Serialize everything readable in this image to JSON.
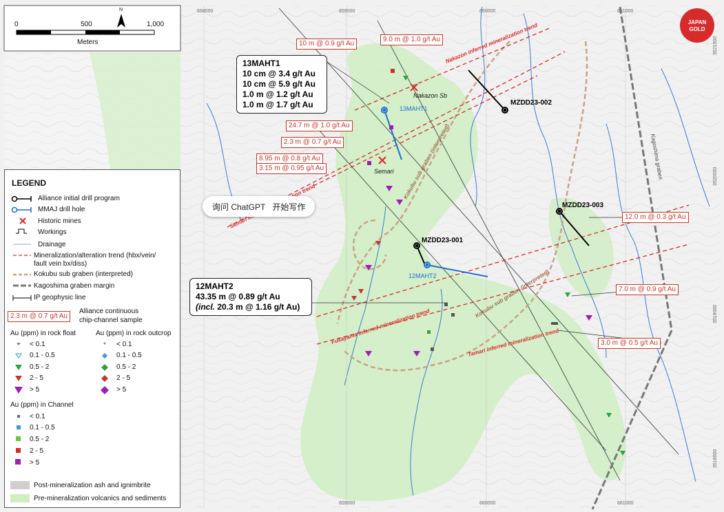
{
  "colors": {
    "green_zone": "#cfeec2",
    "trend": "#d62b2b",
    "graben": "#c9a18a",
    "drill_blue": "#1f6fd1",
    "chip_red": "#c0392b"
  },
  "scale_bar": {
    "ticks": [
      "0",
      "500",
      "1,000"
    ],
    "unit": "Meters",
    "north": "N"
  },
  "grid": {
    "x_top": [
      "658000",
      "659000",
      "660000",
      "661000"
    ],
    "x_bottom": [
      "659000",
      "660000",
      "661000"
    ],
    "y_right": [
      "3521000",
      "3520000",
      "3519000",
      "3518000"
    ]
  },
  "logo": {
    "line1": "JAPAN",
    "line2": "GOLD"
  },
  "legend": {
    "title": "LEGEND",
    "items": [
      "Alliance initial drill program",
      "MMAJ drill hole",
      "Historic mines",
      "Workings",
      "Drainage",
      "Mineralization/alteration trend (hbx/vein/",
      "fault vein bx/diss)",
      "Kokubu sub graben (interpreted)",
      "Kagoshima graben margin",
      "IP geophysic line"
    ],
    "sample_example": "2.3 m @ 0.7 g/t Au",
    "sample_text": [
      "Alliance continuous",
      "chip-channel sample"
    ],
    "float_title": "Au (ppm) in rock float",
    "outcrop_title": "Au (ppm) in rock outcrop",
    "classes": [
      "< 0.1",
      "0.1 - 0.5",
      "0.5 - 2",
      "2 - 5",
      "> 5"
    ],
    "channel_title": "Au (ppm) in Channel",
    "post_min": "Post-mineralization ash and ignimbrite",
    "pre_min": "Pre-mineralization volcanics and sediments"
  },
  "holes": {
    "mah1": {
      "title": "13MAHT1",
      "lines": [
        "10 cm @ 3.4 g/t Au",
        "10 cm @ 5.9 g/t Au",
        "1.0 m @ 1.2 g/t Au",
        "1.0 m @ 1.7 g/t Au"
      ]
    },
    "mah2": {
      "title": "12MAHT2",
      "line1": "43.35 m @ 0.89 g/t Au",
      "incl_word": "(incl.",
      "incl_rest": " 20.3 m @ 1.16 g/t Au)"
    }
  },
  "chips": [
    "10 m @ 0.9 g/t Au",
    "9.0 m @ 1.0 g/t Au",
    "24.7 m @ 1.0 g/t Au",
    "2.3 m @ 0.7 g/t Au",
    "8.95 m @ 0.8 g/t Au",
    "3.15 m @ 0.95 g/t Au",
    "12.0 m @ 0.3 g/t Au",
    "7.0 m @ 0.9 g/t Au",
    "3.0 m @ 0.5 g/t Au"
  ],
  "drill_labels": {
    "d002": "MZDD23-002",
    "d003": "MZDD23-003",
    "d001": "MZDD23-001"
  },
  "map_labels": {
    "mmaj1": "13MAHT1",
    "mmaj2": "12MAHT2",
    "nakazon_sb": "Nakazon Sb",
    "semari": "Semari",
    "nakazon_trend": "Nakazon inferred mineralization trend",
    "semari_trend": "Semari inferred mineralization trend",
    "fusayama_trend": "Fusayama inferred mineralization trend",
    "tamari_trend": "Tamari inferred mineralization trend",
    "kokubu1": "Kokubu sub graben (interpreted)",
    "kokubu2": "Kokubu sub graben (interpreted)",
    "kagoshima": "Kagoshima graben"
  },
  "chat": {
    "ask": "询问 ChatGPT",
    "write": "开始写作"
  }
}
